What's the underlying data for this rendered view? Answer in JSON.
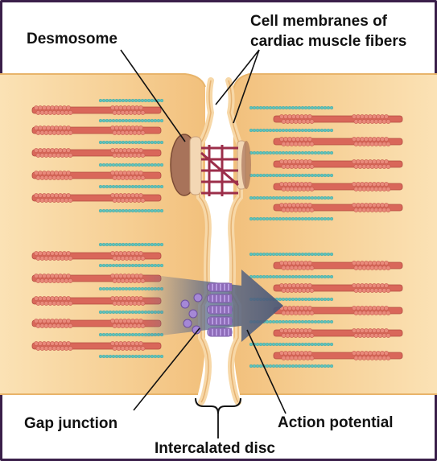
{
  "figure": {
    "labels": {
      "desmosome": "Desmosome",
      "cell_membranes_line1": "Cell membranes of",
      "cell_membranes_line2": "cardiac muscle fibers",
      "gap_junction": "Gap junction",
      "action_potential": "Action potential",
      "intercalated_disc": "Intercalated disc"
    },
    "colors": {
      "cytoplasm": "#f4c98a",
      "cytoplasm_light": "#fbe2b5",
      "membrane": "#f7d8a8",
      "thick_filament": "#d9675a",
      "thin_filament": "#5fc3bd",
      "desmosome_plaque": "#a8735a",
      "desmosome_link": "#9c2e4a",
      "gap_junction_protein": "#8d6bb8",
      "action_potential_arrow": "#5b6a8a",
      "frame": "#3a1f4a"
    }
  }
}
